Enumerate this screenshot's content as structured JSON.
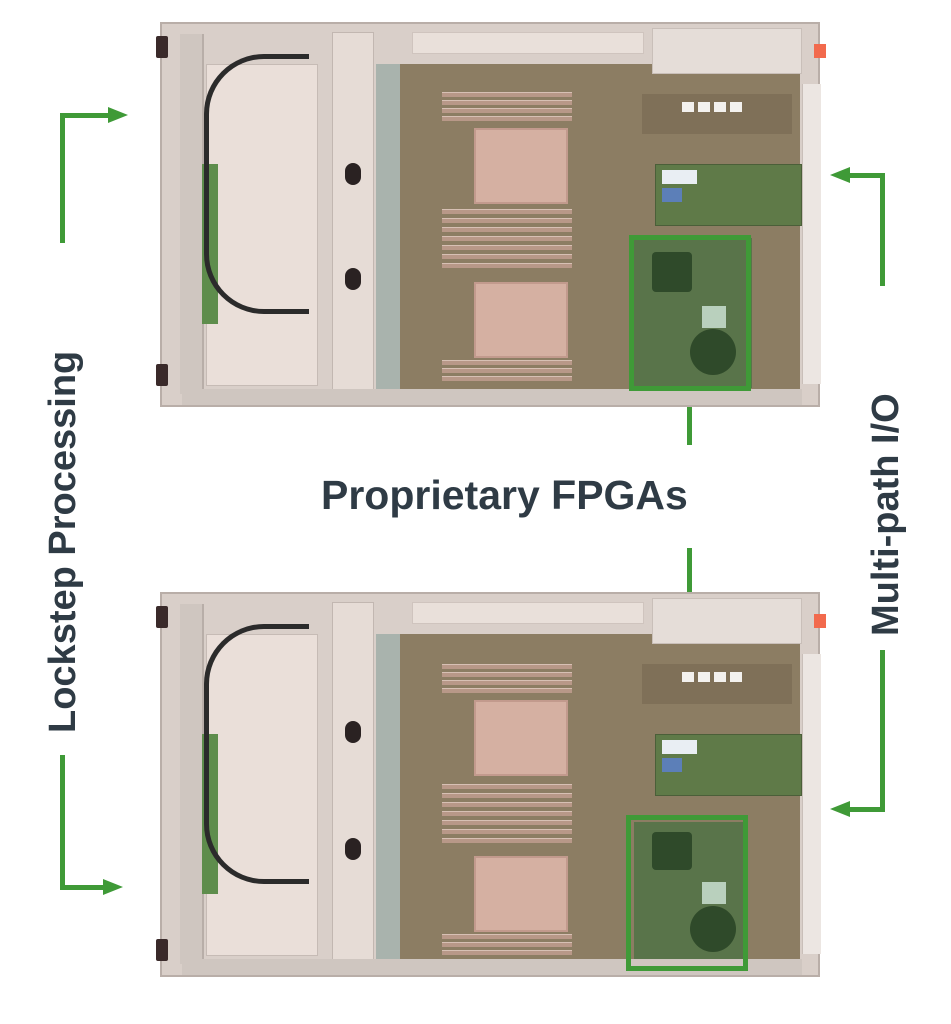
{
  "labels": {
    "left": "Lockstep Processing",
    "center": "Proprietary FPGAs",
    "right": "Multi-path I/O"
  },
  "colors": {
    "accent_green": "#3f9a37",
    "text_dark": "#2f3b45",
    "psu_release_tab": "#f26a4d"
  },
  "servers": [
    {
      "name": "server-top",
      "fpga_highlight": true
    },
    {
      "name": "server-bottom",
      "fpga_highlight": true
    }
  ]
}
